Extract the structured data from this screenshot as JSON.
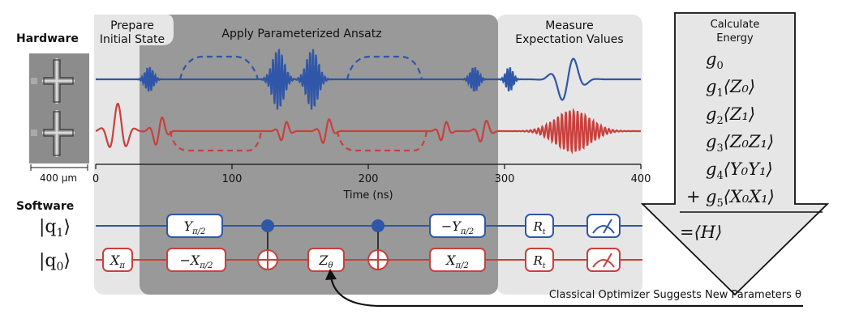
{
  "hardware": {
    "label": "Hardware",
    "scale_label": "400 μm"
  },
  "software": {
    "label": "Software"
  },
  "stages": {
    "prepare": [
      "Prepare",
      "Initial State"
    ],
    "ansatz": "Apply Parameterized Ansatz",
    "measure": [
      "Measure",
      "Expectation Values"
    ]
  },
  "time_axis": {
    "label": "Time (ns)",
    "ticks": [
      "0",
      "100",
      "200",
      "300",
      "400"
    ],
    "range": [
      0,
      400
    ]
  },
  "colors": {
    "q1": "#2f56a8",
    "q0": "#c8403d",
    "ansatz_bg": "#999999",
    "light_bg": "#e6e6e6"
  },
  "qubits": {
    "q1": {
      "label": "|q",
      "sub": "1",
      "close": "⟩"
    },
    "q0": {
      "label": "|q",
      "sub": "0",
      "close": "⟩"
    }
  },
  "gates": {
    "x_pi": {
      "main": "X",
      "sub": "π"
    },
    "y_pi2": {
      "main": "Y",
      "sub": "π/2"
    },
    "mx_pi2": {
      "main": "−X",
      "sub": "π/2"
    },
    "z_theta": {
      "main": "Z",
      "sub": "θ"
    },
    "my_pi2": {
      "main": "−Y",
      "sub": "π/2"
    },
    "x_pi2": {
      "main": "X",
      "sub": "π/2"
    },
    "r_t": {
      "main": "R",
      "sub": "t"
    }
  },
  "energy": {
    "title": [
      "Calculate",
      "Energy"
    ],
    "terms": [
      {
        "g": "g",
        "sub": "0",
        "op": ""
      },
      {
        "g": "g",
        "sub": "1",
        "op": "⟨Z₀⟩"
      },
      {
        "g": "g",
        "sub": "2",
        "op": "⟨Z₁⟩"
      },
      {
        "g": "g",
        "sub": "3",
        "op": "⟨Z₀Z₁⟩"
      },
      {
        "g": "g",
        "sub": "4",
        "op": "⟨Y₀Y₁⟩"
      },
      {
        "g": "g",
        "sub": "5",
        "op": "⟨X₀X₁⟩"
      }
    ],
    "plus": "+",
    "result": "=⟨H⟩"
  },
  "optimizer": {
    "text": "Classical Optimizer Suggests New Parameters θ"
  }
}
